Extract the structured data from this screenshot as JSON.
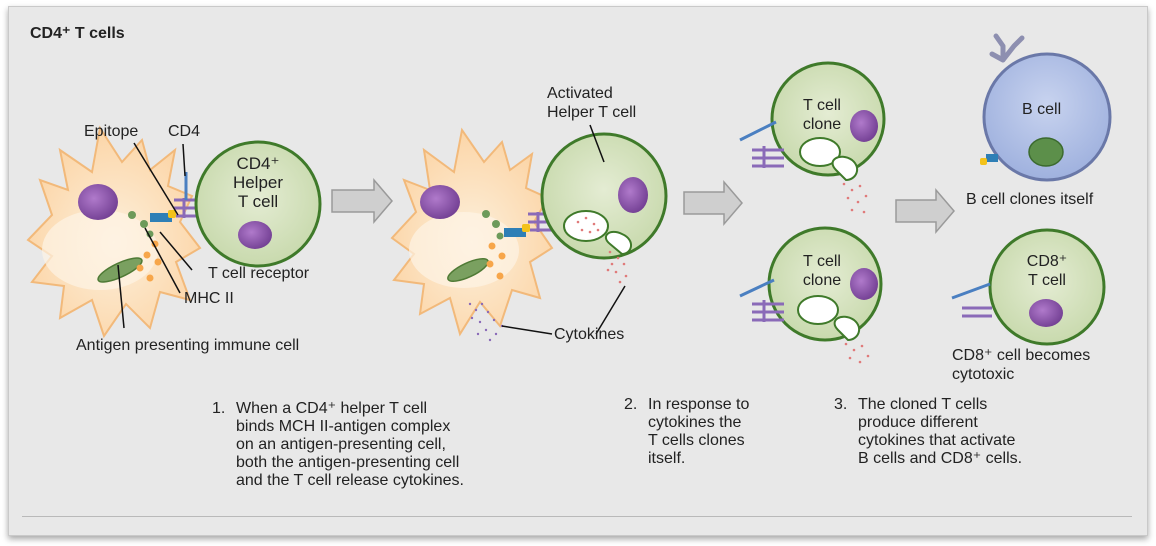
{
  "title": "CD4⁺ T cells",
  "labels": {
    "epitope": "Epitope",
    "cd4": "CD4",
    "helper_t_cell": "CD4⁺\nHelper\nT cell",
    "t_cell_receptor": "T cell receptor",
    "mhc_ii": "MHC II",
    "antigen_presenting_cell": "Antigen presenting immune cell",
    "activated_helper": "Activated\nHelper T cell",
    "cytokines": "Cytokines",
    "t_cell_clone_top": "T cell\nclone",
    "t_cell_clone_bottom": "T cell\nclone",
    "b_cell": "B cell",
    "b_cell_clones": "B cell clones itself",
    "cd8_t_cell": "CD8⁺\nT cell",
    "cd8_cytotoxic": "CD8⁺ cell becomes\ncytotoxic"
  },
  "captions": [
    {
      "num": "1.",
      "text": "When a CD4⁺ helper T cell\nbinds MCH II-antigen complex\non an antigen-presenting cell,\nboth the antigen-presenting cell\nand the T cell release cytokines."
    },
    {
      "num": "2.",
      "text": "In response to\ncytokines the\nT cells clones\nitself."
    },
    {
      "num": "3.",
      "text": "The cloned T cells\nproduce different\ncytokines that activate\nB cells and CD8⁺ cells."
    }
  ],
  "colors": {
    "t_cell_fill": "#d6e2c0",
    "t_cell_stroke": "#3f7a2a",
    "nucleus": "#8a4fa8",
    "apc_fill": "#fde5c8",
    "b_cell_fill": "#b3c2e6",
    "arrow": "#c8c8c8",
    "cytokine": "#e07a7a",
    "receptor_blue": "#4a7fc1",
    "receptor_purple": "#8a6ab8"
  }
}
